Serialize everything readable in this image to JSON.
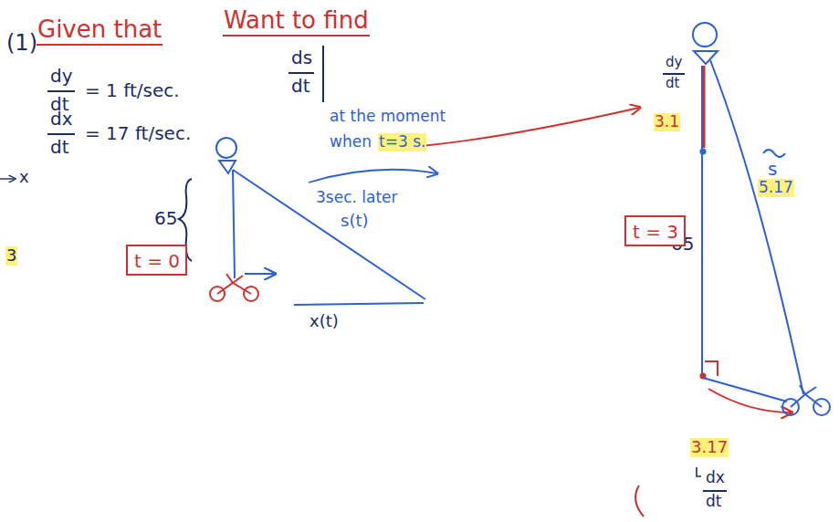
{
  "diagram": {
    "nodes": [
      {
        "text": [
          "t = 0"
        ]
      },
      {
        "text": [
          "t = 3"
        ]
      }
    ],
    "labels": [
      "(1)",
      "Given that",
      "Want to find",
      "dy",
      "dt",
      "= 1 ft/sec.",
      "dx",
      "dt",
      "= 17 ft/sec.",
      "ds",
      "dt",
      "at the moment",
      "when",
      "t=3 s.",
      "3sec. later",
      "65",
      "s(t)",
      "x(t)",
      "3.1",
      "dy",
      "dt",
      "65",
      "s",
      "5.17",
      "3.17",
      "dx",
      "dt",
      "x",
      "3"
    ]
  }
}
